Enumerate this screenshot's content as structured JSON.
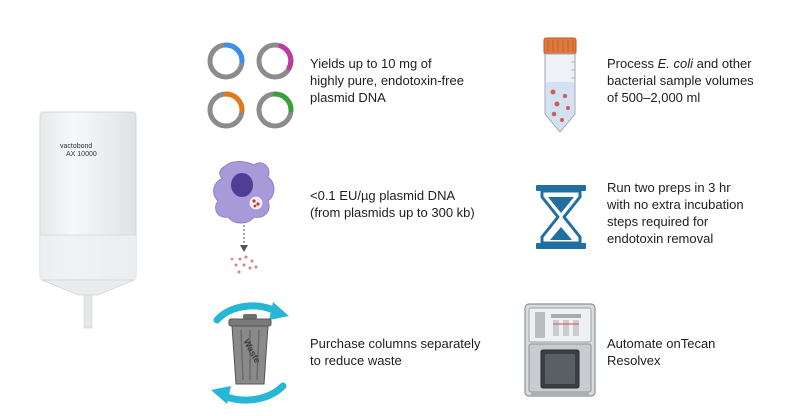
{
  "product": {
    "brand_label": "vactobond",
    "model_label": "AX 10000"
  },
  "features": [
    {
      "text_lines": [
        "Yields up to 10 mg of",
        "highly pure, endotoxin-free",
        "plasmid DNA"
      ]
    },
    {
      "text_prefix": "Process ",
      "text_italic": "E. coli",
      "text_lines": [
        " and other",
        "bacterial sample volumes",
        "of 500–2,000 ml"
      ]
    },
    {
      "text_lines": [
        "<0.1 EU/µg plasmid DNA",
        "(from plasmids up to 300 kb)"
      ]
    },
    {
      "text_lines": [
        "Run two preps in 3 hr",
        "with no extra incubation",
        "steps required for",
        "endotoxin removal"
      ]
    },
    {
      "text_lines": [
        "Purchase columns separately",
        "to reduce waste"
      ]
    },
    {
      "text_lines": [
        "Automate onTecan",
        "Resolvex"
      ]
    }
  ],
  "waste_bin_label": "Waste",
  "colors": {
    "plasmid_ring": "#8c8c8c",
    "plasmid_blue": "#3b8fe8",
    "plasmid_magenta": "#c03a9c",
    "plasmid_orange": "#e07a1c",
    "plasmid_green": "#3aa03a",
    "tube_cap": "#e07a3c",
    "hourglass": "#1f6fa3",
    "recycle_arrow": "#27b6d6",
    "bin": "#8a8a8a",
    "cell": "#a79ad8"
  }
}
